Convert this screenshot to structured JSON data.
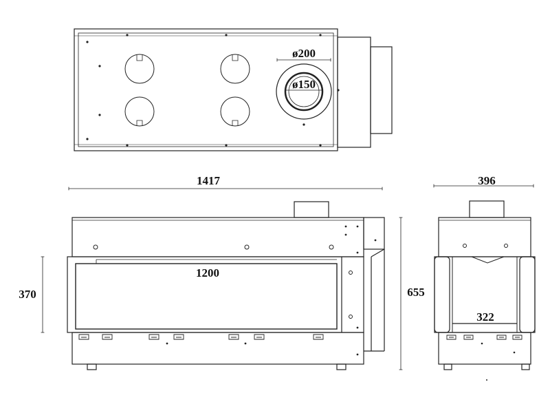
{
  "colors": {
    "line": "#222222",
    "panel_fill": "#ffffff",
    "glass_fill": "#ffffff"
  },
  "dimensions": {
    "total_width": "1417",
    "glass_width": "1200",
    "glass_height": "370",
    "total_height": "655",
    "depth": "396",
    "side_glass_width": "322",
    "flue_outer_diameter": "ø200",
    "flue_inner_diameter": "ø150"
  }
}
